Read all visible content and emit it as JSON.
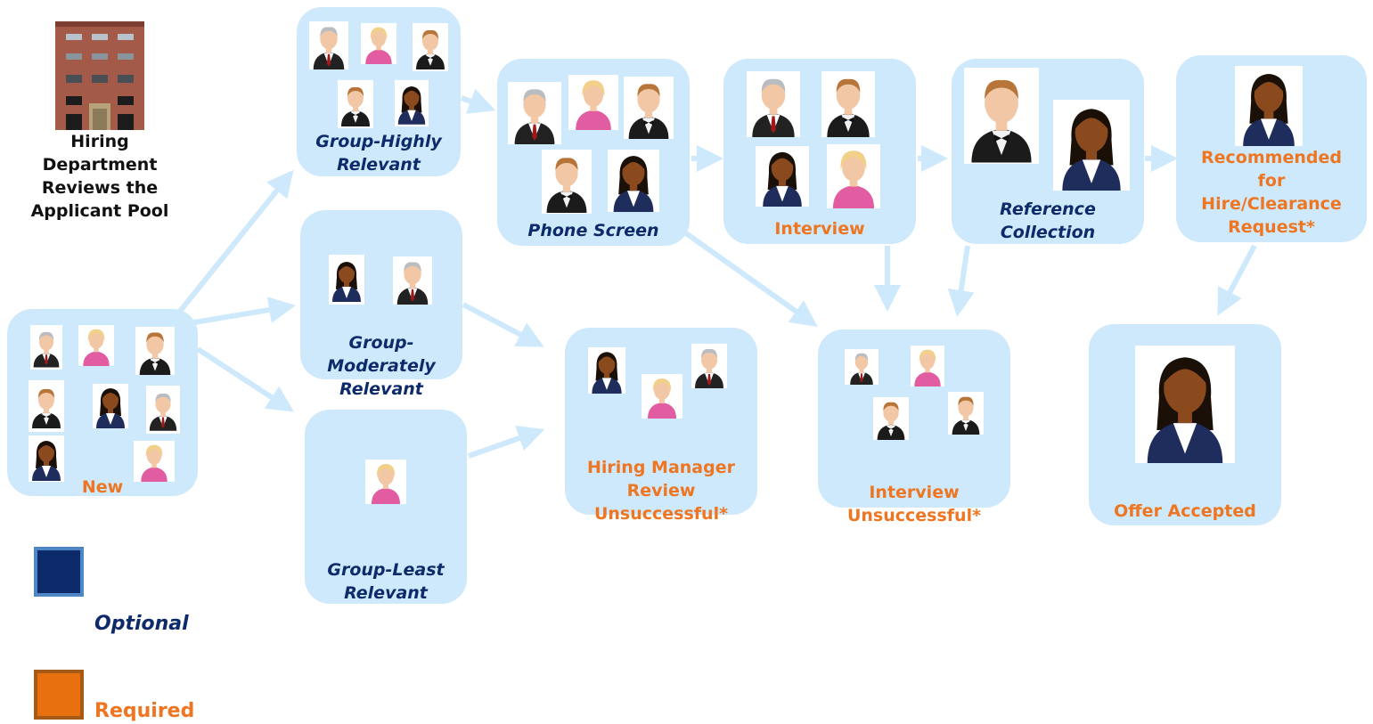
{
  "header": {
    "building_icon": "office-building-icon",
    "caption": [
      "Hiring",
      "Department",
      "Reviews the",
      "Applicant Pool"
    ]
  },
  "stages": {
    "new": {
      "label": "New",
      "type": "required"
    },
    "group_highly": {
      "label_lines": [
        "Group-Highly",
        "Relevant"
      ],
      "type": "optional"
    },
    "group_moderately": {
      "label_lines": [
        "Group-",
        "Moderately",
        "Relevant"
      ],
      "type": "optional"
    },
    "group_least": {
      "label_lines": [
        "Group-Least",
        "Relevant"
      ],
      "type": "optional"
    },
    "phone_screen": {
      "label": "Phone Screen",
      "type": "optional"
    },
    "interview": {
      "label": "Interview",
      "type": "required"
    },
    "reference": {
      "label_lines": [
        "Reference",
        "Collection"
      ],
      "type": "optional"
    },
    "recommended": {
      "label_lines": [
        "Recommended",
        "for",
        "Hire/Clearance",
        "Request*"
      ],
      "type": "required"
    },
    "hm_unsuccessful": {
      "label_lines": [
        "Hiring Manager",
        "Review",
        "Unsuccessful*"
      ],
      "type": "required"
    },
    "interview_unsuccessful": {
      "label_lines": [
        "Interview",
        "Unsuccessful*"
      ],
      "type": "required"
    },
    "offer": {
      "label": "Offer Accepted",
      "type": "required"
    }
  },
  "legend": {
    "optional": {
      "label": "Optional",
      "color": "#0d2b6b",
      "border": "#4f86c6"
    },
    "required": {
      "label": "Required",
      "color": "#e8700f",
      "border": "#a55a15"
    }
  },
  "colors": {
    "box": "#cde9fb",
    "arrow": "#cde9fb",
    "optional_text": "#0d2b6b",
    "required_text": "#ee7622"
  },
  "avatar_types": [
    "older-man-avatar-icon",
    "blonde-woman-avatar-icon",
    "young-man-avatar-icon",
    "dark-hair-woman-avatar-icon"
  ]
}
